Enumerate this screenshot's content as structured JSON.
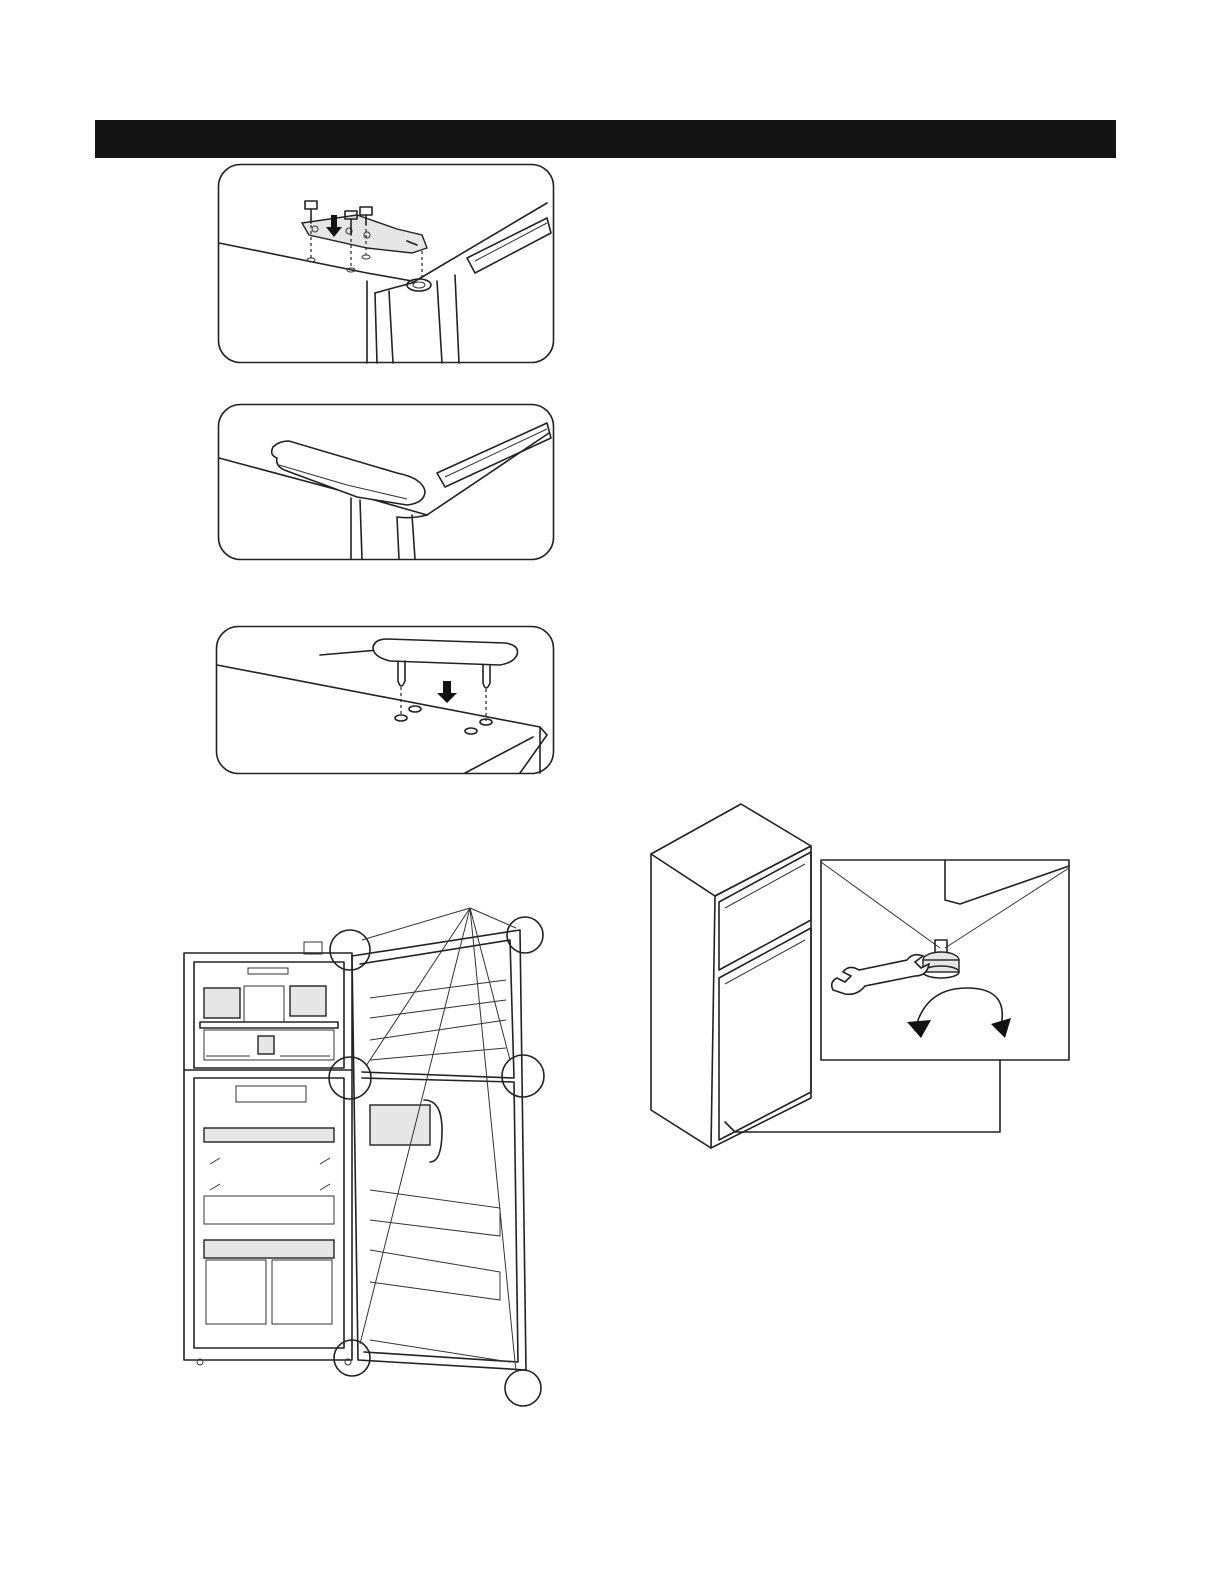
{
  "page": {
    "header_text": "",
    "background": "#ffffff",
    "header_color": "#141414"
  },
  "figures": [
    {
      "id": "hinge-install",
      "caption": ""
    },
    {
      "id": "hinge-cover",
      "caption": ""
    },
    {
      "id": "center-hinge-cover",
      "caption": ""
    },
    {
      "id": "door-open-interior",
      "caption": ""
    },
    {
      "id": "leveling-foot",
      "caption": ""
    }
  ]
}
